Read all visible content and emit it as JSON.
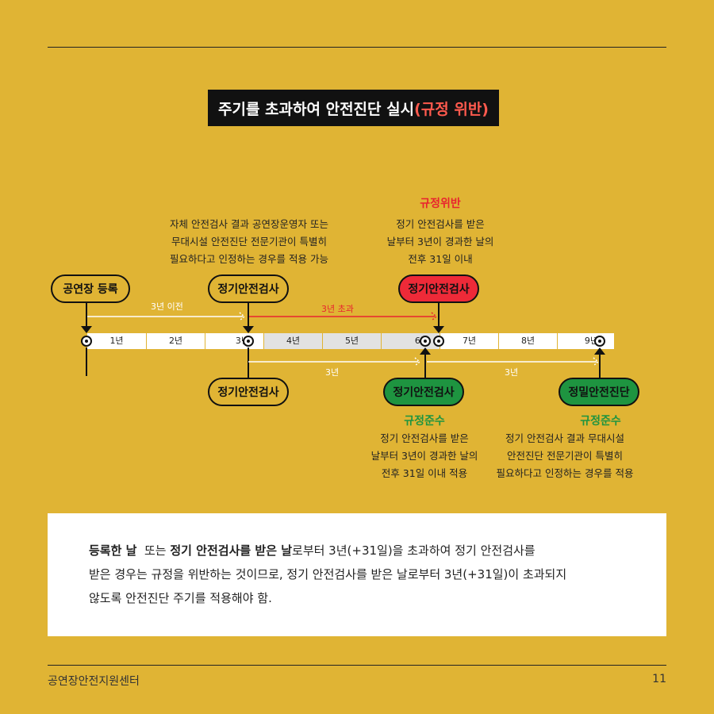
{
  "title": {
    "main": "주기를 초과하여 안전진단 실시",
    "highlight": "(규정 위반)"
  },
  "top_notes": {
    "regular_check_note": [
      "자체 안전검사 결과 공연장운영자  또는",
      "무대시설 안전진단 전문기관이  특별히",
      "필요하다고 인정하는 경우를 적용 가능"
    ],
    "violation_status": "규정위반",
    "violation_note": [
      "정기 안전검사를 받은",
      "날부터 3년이 경과한 날의",
      "전후 31일 이내"
    ]
  },
  "nodes": {
    "register": "공연장 등록",
    "regular_check_top": "정기안전검사",
    "regular_check_violation": "정기안전검사",
    "regular_check_bottom": "정기안전검사",
    "regular_check_compliant": "정기안전검사",
    "precise_diagnosis": "정밀안전진단"
  },
  "spans": {
    "before_3y": "3년 이전",
    "over_3y": "3년 초과",
    "bottom_3y_a": "3년",
    "bottom_3y_b": "3년"
  },
  "timeline": {
    "years": [
      "1년",
      "2년",
      "3년",
      "4년",
      "5년",
      "6년",
      "7년",
      "8년",
      "9년"
    ]
  },
  "bottom_notes": {
    "compliant_status_a": "규정준수",
    "compliant_note_a": [
      "정기 안전검사를 받은",
      "날부터 3년이 경과한 날의",
      "전후 31일 이내 적용"
    ],
    "compliant_status_b": "규정준수",
    "compliant_note_b": [
      "정기 안전검사 결과 무대시설",
      "안전진단 전문기관이 특별히",
      "필요하다고 인정하는 경우를 적용"
    ]
  },
  "summary": {
    "bold1": "등록한 날",
    "text1": "  또는 ",
    "bold2": "정기 안전검사를 받은 날",
    "text2": "로부터 3년(+31일)을 초과하여 정기 안전검사를",
    "line2": "받은 경우는 규정을 위반하는 것이므로, 정기 안전검사를 받은 날로부터 3년(+31일)이 초과되지",
    "line3": "않도록 안전진단 주기를 적용해야 함."
  },
  "footer": {
    "org": "공연장안전지원센터",
    "page": "11"
  },
  "colors": {
    "background": "#E0B434",
    "violation": "#EE2A38",
    "compliant": "#1E9440"
  }
}
